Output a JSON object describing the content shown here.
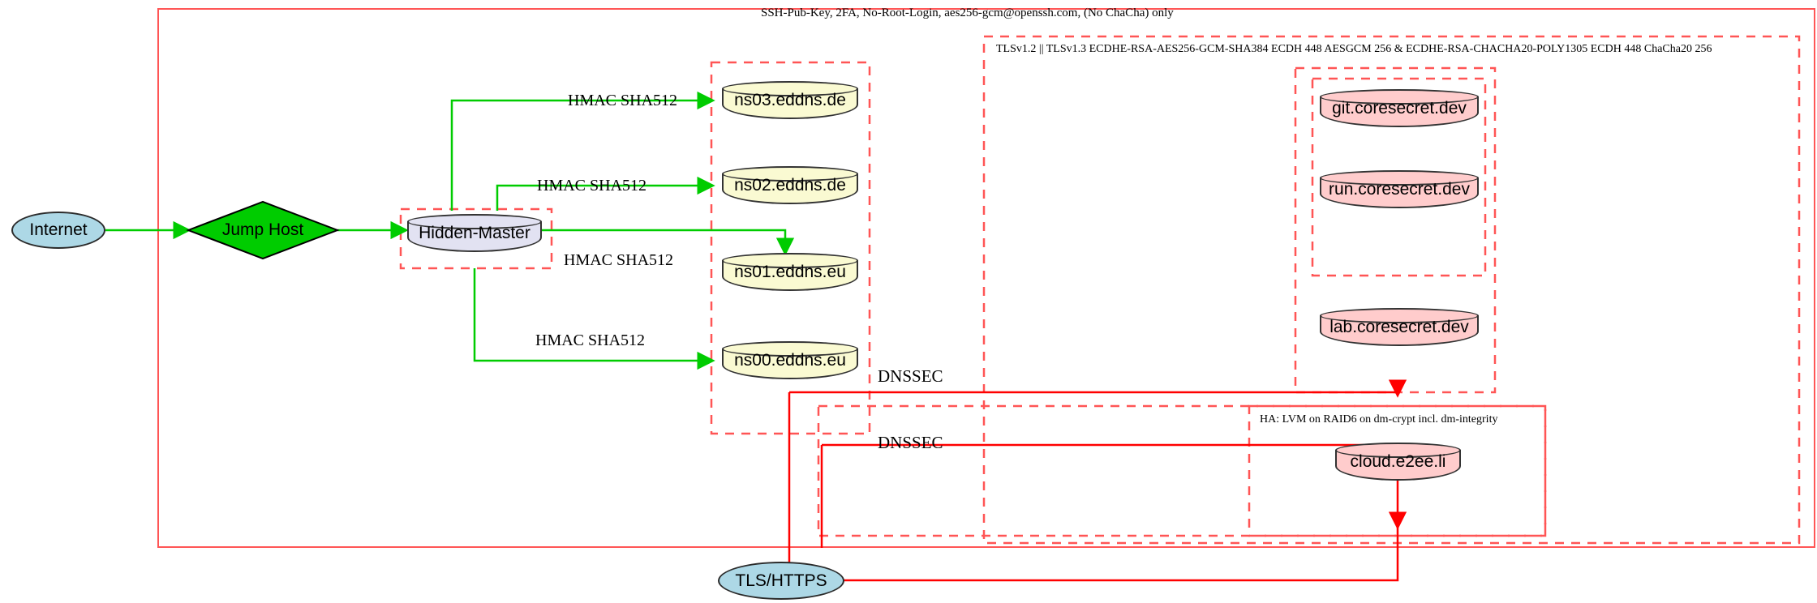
{
  "diagram": {
    "title_note": "SSH-Pub-Key, 2FA, No-Root-Login, aes256-gcm@openssh.com, (No ChaCha) only",
    "tls_note": "TLSv1.2 || TLSv1.3 ECDHE-RSA-AES256-GCM-SHA384 ECDH 448 AESGCM 256 & ECDHE-RSA-CHACHA20-POLY1305 ECDH 448 ChaCha20 256",
    "ha_note": "HA: LVM on RAID6 on dm-crypt incl. dm-integrity"
  },
  "nodes": {
    "internet": "Internet",
    "jump_host": "Jump Host",
    "hidden_master": "Hidden-Master",
    "ns03": "ns03.eddns.de",
    "ns02": "ns02.eddns.de",
    "ns01": "ns01.eddns.eu",
    "ns00": "ns00.eddns.eu",
    "git": "git.coresecret.dev",
    "run": "run.coresecret.dev",
    "lab": "lab.coresecret.dev",
    "cloud": "cloud.e2ee.li",
    "tls_https": "TLS/HTTPS"
  },
  "edge_labels": {
    "hmac_ns03": "HMAC SHA512",
    "hmac_ns02": "HMAC SHA512",
    "hmac_ns01": "HMAC SHA512",
    "hmac_ns00": "HMAC SHA512",
    "dnssec_upper": "DNSSEC",
    "dnssec_lower": "DNSSEC"
  },
  "colors": {
    "edge_green": "#00cc00",
    "edge_red": "#ff0000",
    "boundary_red": "#f55",
    "node_blue": "#add8e6",
    "node_green": "#00cc00",
    "node_yellow": "#fafad2",
    "node_pink": "#ffcccc",
    "node_lavender": "#e2e2f2",
    "stroke": "#333333"
  }
}
